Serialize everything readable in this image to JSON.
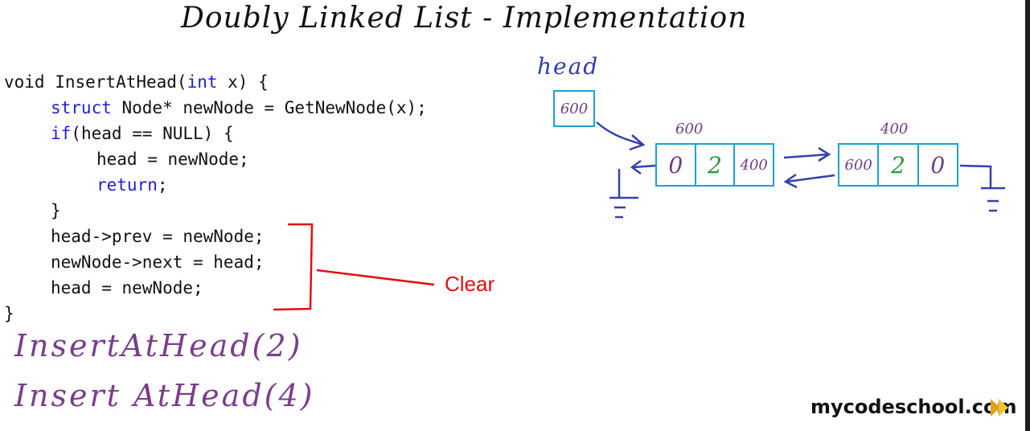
{
  "title": "Doubly Linked List - Implementation",
  "code": [
    {
      "indent": 0,
      "tokens": [
        {
          "t": "void InsertAtHead(",
          "k": false
        },
        {
          "t": "int",
          "k": true
        },
        {
          "t": " x) {",
          "k": false
        }
      ]
    },
    {
      "indent": 1,
      "tokens": [
        {
          "t": "struct",
          "k": true
        },
        {
          "t": " Node* newNode = GetNewNode(x);",
          "k": false
        }
      ]
    },
    {
      "indent": 1,
      "tokens": [
        {
          "t": "if",
          "k": true
        },
        {
          "t": "(head == NULL) {",
          "k": false
        }
      ]
    },
    {
      "indent": 2,
      "tokens": [
        {
          "t": "head = newNode;",
          "k": false
        }
      ]
    },
    {
      "indent": 2,
      "tokens": [
        {
          "t": "return",
          "k": true
        },
        {
          "t": ";",
          "k": false
        }
      ]
    },
    {
      "indent": 1,
      "tokens": [
        {
          "t": "}",
          "k": false
        }
      ]
    },
    {
      "indent": 1,
      "tokens": [
        {
          "t": "head->prev = newNode;",
          "k": false
        }
      ]
    },
    {
      "indent": 1,
      "tokens": [
        {
          "t": "newNode->next = head;",
          "k": false
        }
      ]
    },
    {
      "indent": 1,
      "tokens": [
        {
          "t": "head = newNode;",
          "k": false
        }
      ]
    },
    {
      "indent": 0,
      "tokens": [
        {
          "t": "}",
          "k": false
        }
      ]
    }
  ],
  "annotation": "Clear",
  "calls": [
    "InsertAtHead(2)",
    "Insert AtHead(4)"
  ],
  "diagram": {
    "head_label": "head",
    "head_value": "600",
    "nodes": [
      {
        "address": "600",
        "prev": "0",
        "data": "2",
        "next": "400"
      },
      {
        "address": "400",
        "prev": "600",
        "data": "2",
        "next": "0"
      }
    ]
  },
  "watermark": "mycodeschool.com",
  "colors": {
    "keyword": "#1f1fcf",
    "annotation": "#e01010",
    "handwriting": "#7a3d8c",
    "box": "#1aa3d1",
    "arrow": "#3341b0",
    "data": "#1e9a3c"
  }
}
